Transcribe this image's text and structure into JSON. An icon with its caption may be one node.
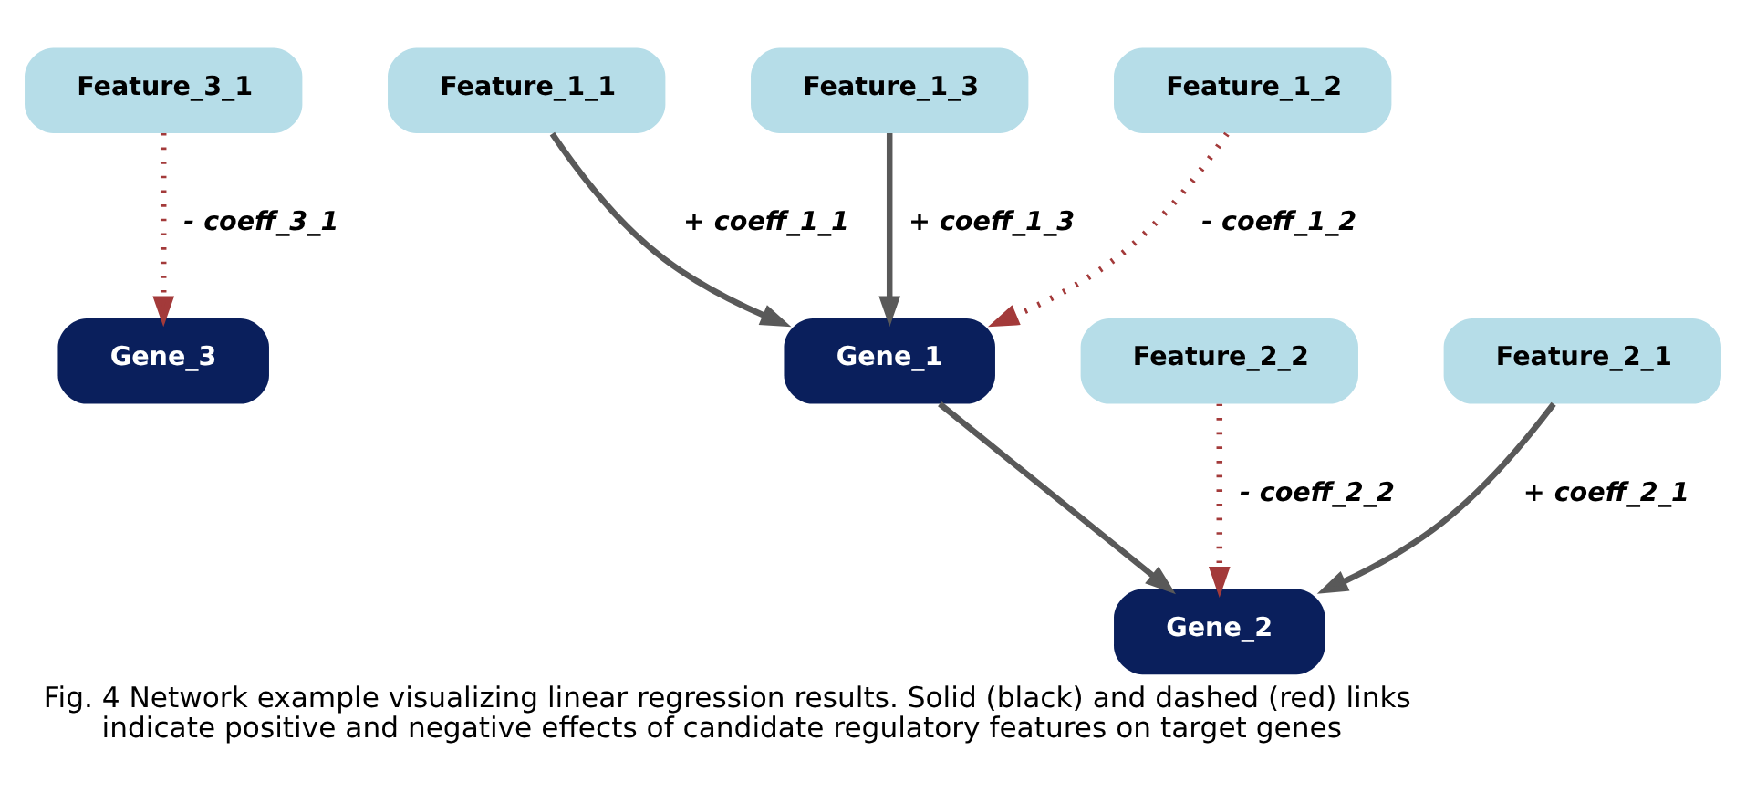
{
  "diagram": {
    "caption": "Fig. 4 Network example visualizing linear regression results. Solid (black) and dashed (red) links indicate positive and negative effects of candidate regulatory features on target genes",
    "nodes": [
      {
        "text": [
          "Gene_3"
        ]
      },
      {
        "text": [
          "Feature_1_1"
        ]
      },
      {
        "text": [
          "Feature_1_3"
        ]
      },
      {
        "text": [
          "Feature_3_1"
        ]
      },
      {
        "text": [
          "Gene_2"
        ]
      },
      {
        "text": [
          "Gene_1"
        ]
      },
      {
        "text": [
          "Feature_2_2"
        ]
      },
      {
        "text": [
          "Feature_1_2"
        ]
      },
      {
        "text": [
          "Feature_2_1"
        ]
      }
    ],
    "edges": [
      {
        "from": 1,
        "to": 5,
        "arrow": "to",
        "label": "+ coeff_1_1"
      },
      {
        "from": 2,
        "to": 5,
        "arrow": "to",
        "label": "+ coeff_1_3"
      },
      {
        "from": 7,
        "to": 5,
        "arrow": "to",
        "label": "- coeff_1_2",
        "style": "dashed",
        "color": "#a33a3a"
      },
      {
        "from": 5,
        "to": 4,
        "arrow": "to"
      },
      {
        "from": 8,
        "to": 4,
        "arrow": "to",
        "label": "+ coeff_2_1"
      },
      {
        "from": 6,
        "to": 4,
        "arrow": "to",
        "label": "- coeff_2_2",
        "style": "dashed",
        "color": "#a33a3a"
      },
      {
        "from": 3,
        "to": 0,
        "arrow": "to",
        "label": "- coeff_3_1",
        "style": "dashed",
        "color": "#a33a3a"
      }
    ]
  }
}
